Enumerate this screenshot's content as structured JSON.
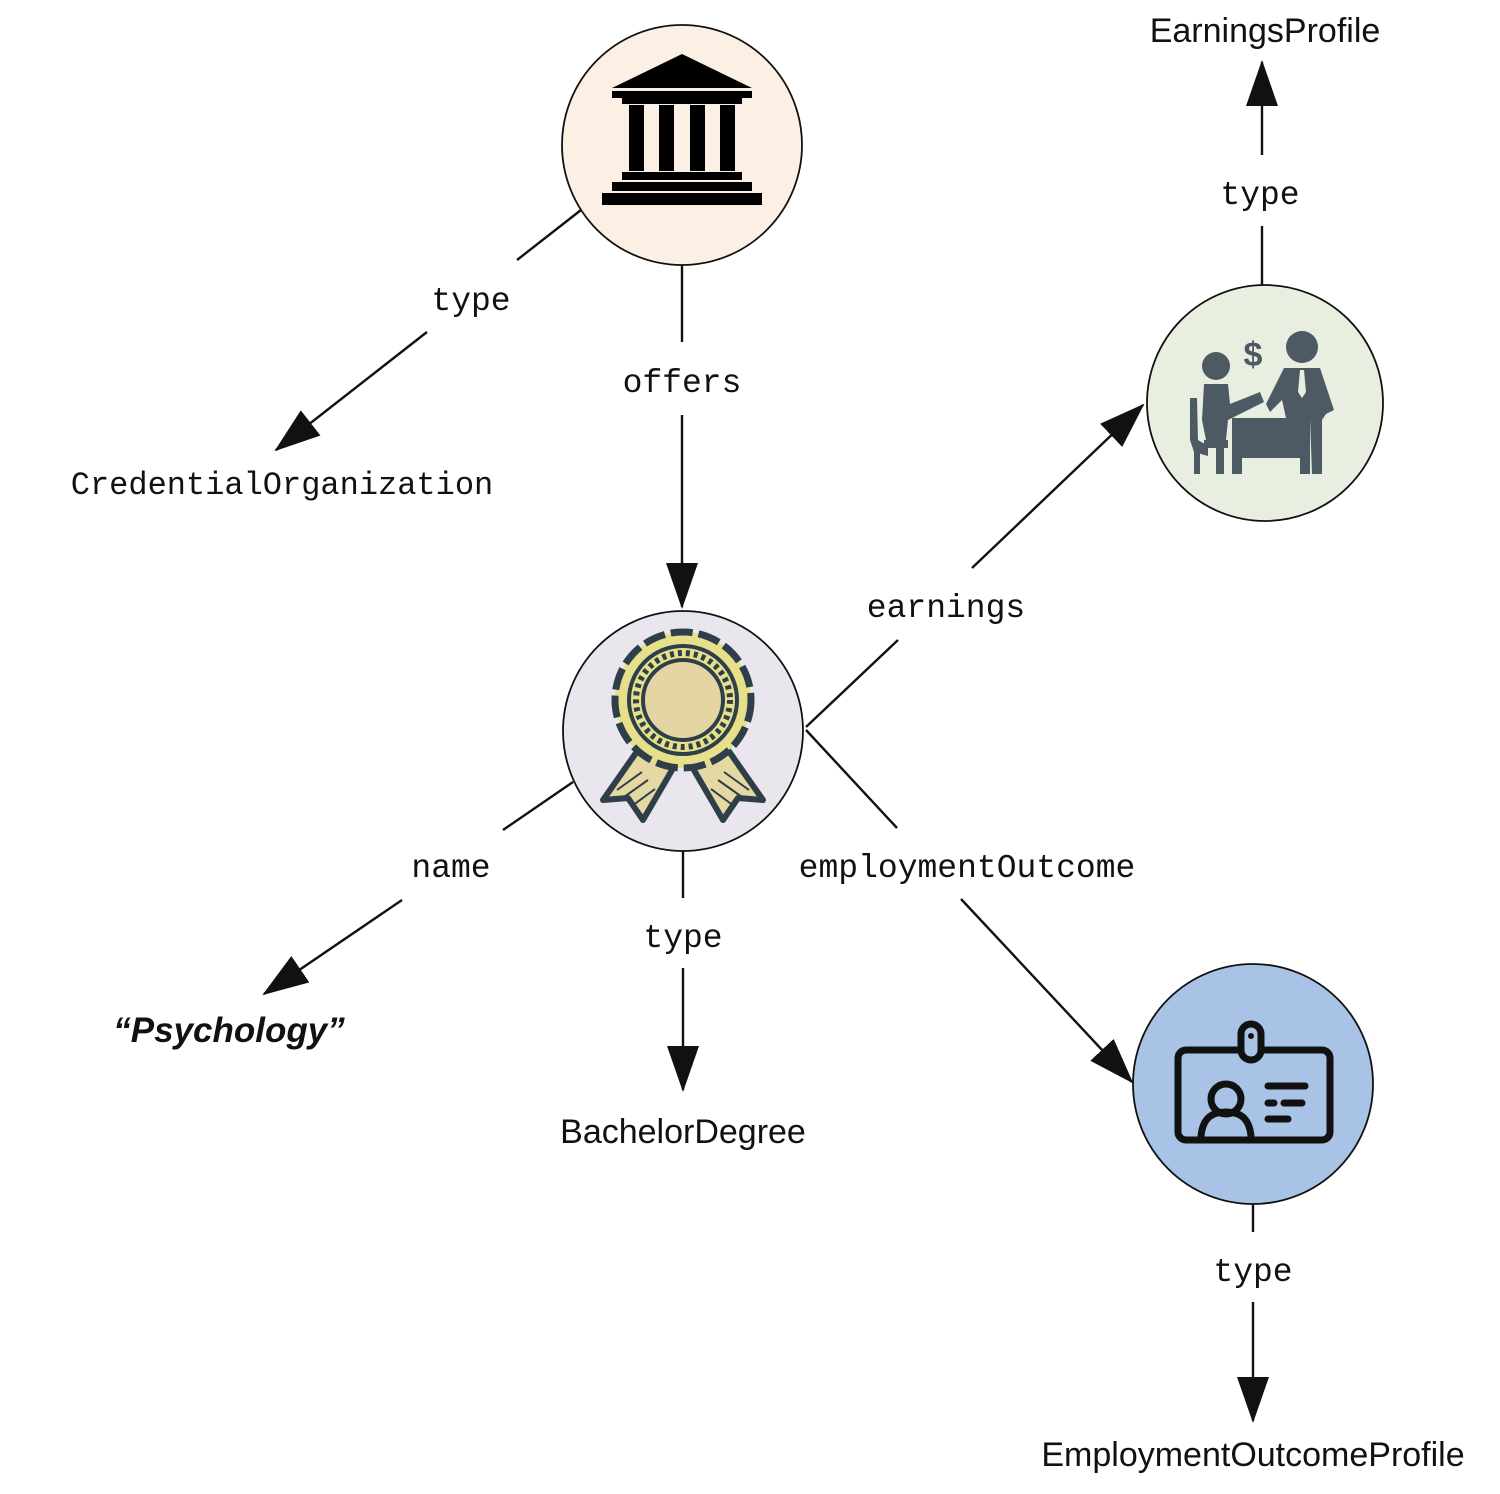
{
  "nodes": {
    "organization": {
      "icon": "bank-building-icon",
      "fill": "#fcefe3"
    },
    "credential": {
      "icon": "award-ribbon-icon",
      "fill": "#e9e6ee"
    },
    "earnings": {
      "icon": "salary-meeting-icon",
      "fill": "#e9efe0"
    },
    "employment": {
      "icon": "id-badge-icon",
      "fill": "#a8c3e5"
    }
  },
  "edges": {
    "org_type": "type",
    "offers": "offers",
    "earnings": "earnings",
    "earnings_type": "type",
    "name": "name",
    "credential_type": "type",
    "employment_outcome": "employmentOutcome",
    "employment_type": "type"
  },
  "terms": {
    "credential_organization": "CredentialOrganization",
    "earnings_profile": "EarningsProfile",
    "bachelor_degree": "BachelorDegree",
    "employment_outcome_profile": "EmploymentOutcomeProfile"
  },
  "literals": {
    "psychology": "“Psychology”"
  },
  "colors": {
    "line": "#111111",
    "icon_dark": "#4d5a64",
    "badge_gold": "#e6e08a",
    "badge_center": "#e4d5a3",
    "badge_outline": "#2f3f4a"
  }
}
